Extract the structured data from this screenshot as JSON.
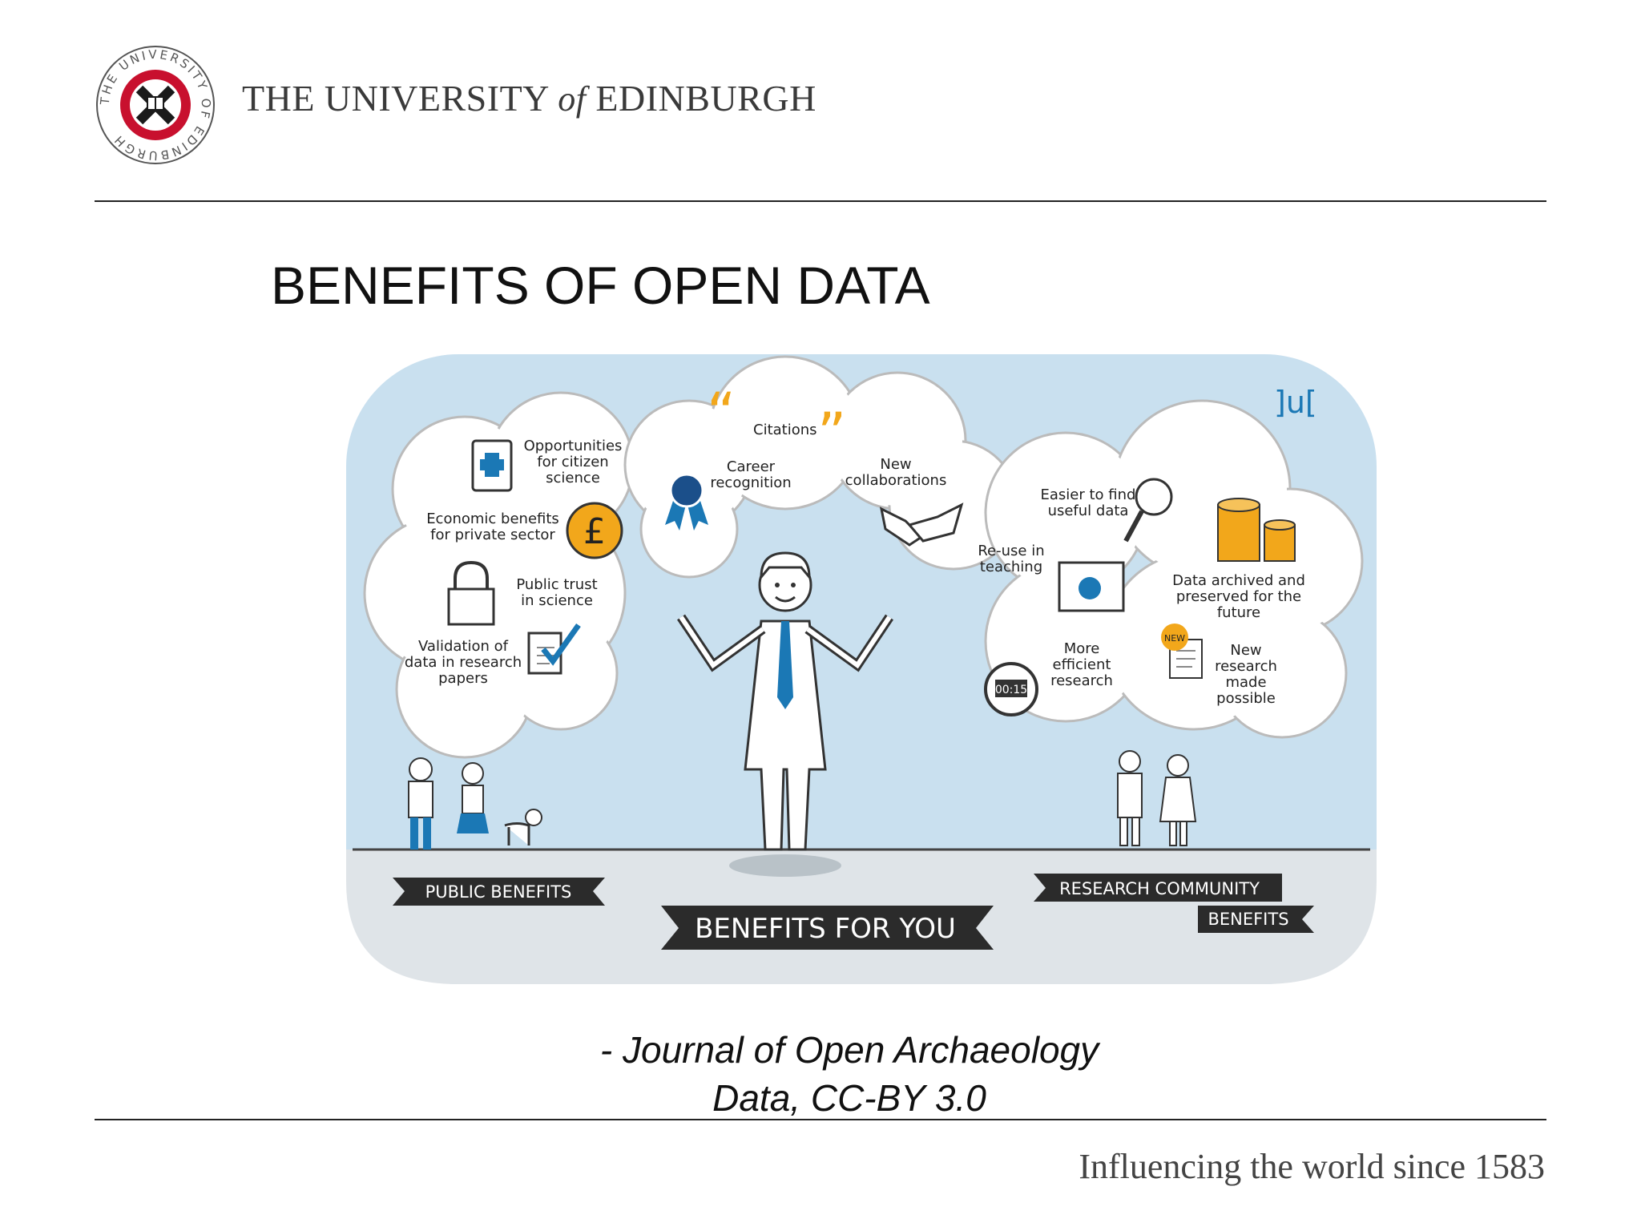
{
  "header": {
    "logo_ring_text": "THE UNIVERSITY OF EDINBURGH",
    "university_name_part1": "THE UNIVERSITY ",
    "university_name_of": "of",
    "university_name_part2": " EDINBURGH"
  },
  "slide": {
    "title": "BENEFITS OF OPEN DATA",
    "credit_line1": "- Journal of Open Archaeology",
    "credit_line2": "Data, CC-BY 3.0"
  },
  "illustration": {
    "publisher_mark": "]u[",
    "public": {
      "opportunities": [
        "Opportunities",
        "for citizen",
        "science"
      ],
      "economic": [
        "Economic benefits",
        "for private sector"
      ],
      "trust": [
        "Public trust",
        "in science"
      ],
      "validation": [
        "Validation of",
        "data in research",
        "papers"
      ],
      "banner": "PUBLIC BENEFITS"
    },
    "you": {
      "citations": "Citations",
      "career": [
        "Career",
        "recognition"
      ],
      "collaborations": [
        "New",
        "collaborations"
      ],
      "banner": "BENEFITS FOR YOU"
    },
    "research": {
      "easier": [
        "Easier to find",
        "useful data"
      ],
      "reuse": [
        "Re-use in",
        "teaching"
      ],
      "archived": [
        "Data archived and",
        "preserved for the",
        "future"
      ],
      "efficient": [
        "More",
        "efficient",
        "research"
      ],
      "new_research": [
        "New",
        "research",
        "made",
        "possible"
      ],
      "timer": "00:15",
      "new_badge": "NEW",
      "banner_line1": "RESEARCH COMMUNITY",
      "banner_line2": "BENEFITS"
    }
  },
  "footer": {
    "tagline": "Influencing the world since 1583"
  },
  "colors": {
    "sky": "#c9e0ef",
    "ground": "#dfe4e8",
    "accent_orange": "#f2a71b",
    "accent_blue": "#1b78b5",
    "banner_dark": "#2b2b2b",
    "crest_red": "#c8102e"
  }
}
